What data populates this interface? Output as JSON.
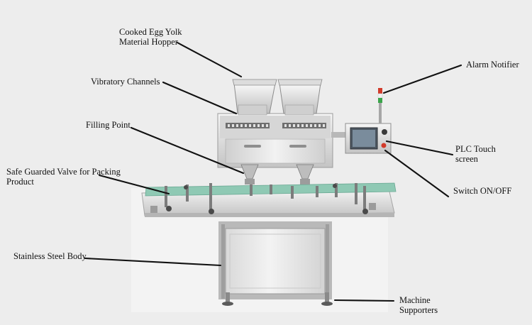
{
  "colors": {
    "background": "#ededed",
    "steel_light": "#e9e9e9",
    "steel_mid": "#c9c9c9",
    "steel_dark": "#8a8a8a",
    "conveyor_green": "#8fc9b4",
    "leader_line": "#111111",
    "signal_red": "#d23a2a",
    "signal_green": "#3aa54a"
  },
  "labels": {
    "hopper": {
      "line1": "Cooked Egg Yolk",
      "line2": "Material Hopper"
    },
    "vibratory": "Vibratory Channels",
    "filling": "Filling Point",
    "valve": {
      "line1": "Safe Guarded Valve for Packing",
      "line2": "Product"
    },
    "body": "Stainless Steel Body",
    "alarm": "Alarm Notifier",
    "plc": {
      "line1": "PLC Touch",
      "line2": "screen"
    },
    "switch": "Switch ON/OFF",
    "supporters": {
      "line1": "Machine",
      "line2": "Supporters"
    }
  }
}
